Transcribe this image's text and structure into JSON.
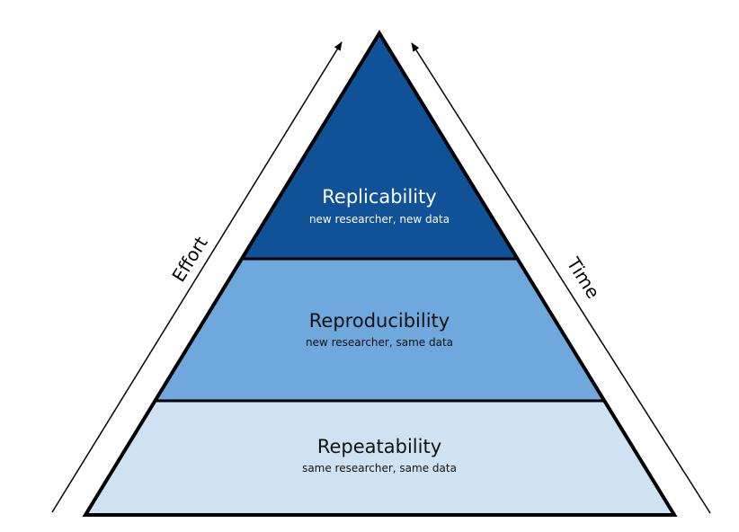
{
  "diagram": {
    "levels": [
      {
        "title": "Replicability",
        "subtitle": "new researcher, new data",
        "fill": "#0F5298",
        "text_color": "#FFFFFF"
      },
      {
        "title": "Reproducibility",
        "subtitle": "new researcher, same data",
        "fill": "#6FA8DC",
        "text_color": "#111111"
      },
      {
        "title": "Repeatability",
        "subtitle": "same researcher, same data",
        "fill": "#CFE2F3",
        "text_color": "#111111"
      }
    ],
    "left_axis": {
      "label": "Effort"
    },
    "right_axis": {
      "label": "Time"
    }
  }
}
